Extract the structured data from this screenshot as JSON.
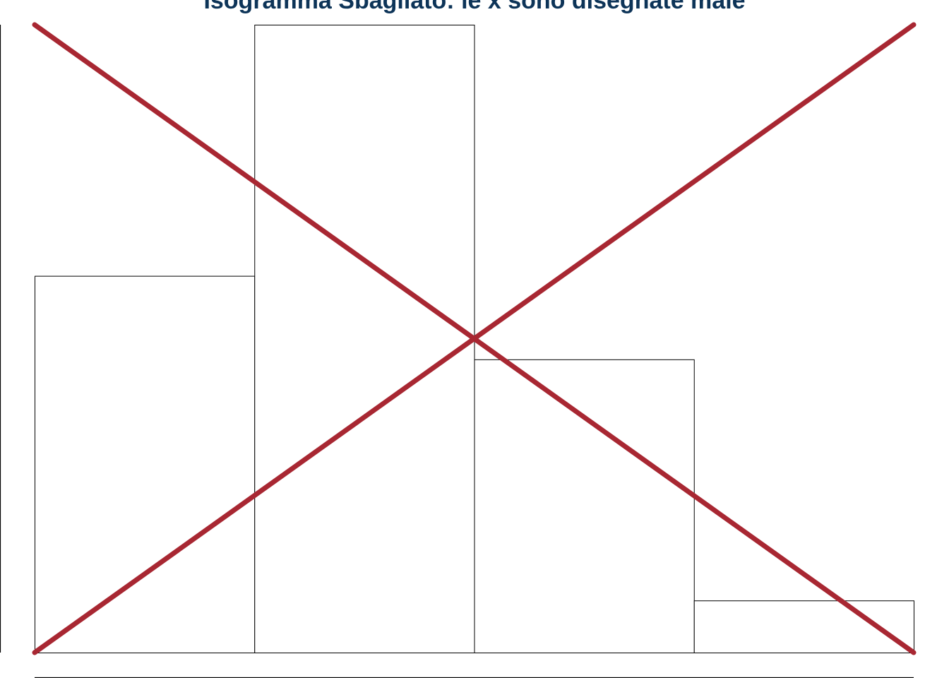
{
  "chart_data": {
    "type": "bar",
    "title": "Isogramma Sbagliato: le x sono disegnate male",
    "xlabel": "",
    "ylabel": "",
    "categories": [
      "",
      "",
      "",
      ""
    ],
    "values": [
      0.6,
      1.0,
      0.467,
      0.083
    ],
    "ylim": [
      0,
      1.0
    ],
    "grid": false,
    "legend": "none",
    "crossed_out": true,
    "colors": {
      "title": "#0d3458",
      "bar_fill": "#ffffff",
      "bar_stroke": "#000000",
      "cross": "#a82732",
      "axis": "#000000"
    }
  }
}
